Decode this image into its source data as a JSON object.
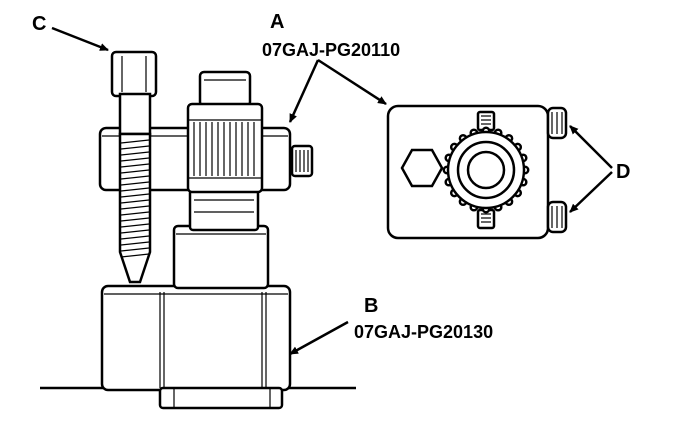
{
  "labels": {
    "a": {
      "letter": "A",
      "part_number": "07GAJ-PG20110"
    },
    "b": {
      "letter": "B",
      "part_number": "07GAJ-PG20130"
    },
    "c": {
      "letter": "C"
    },
    "d": {
      "letter": "D"
    }
  },
  "colors": {
    "ink": "#000000",
    "paper": "#ffffff"
  }
}
